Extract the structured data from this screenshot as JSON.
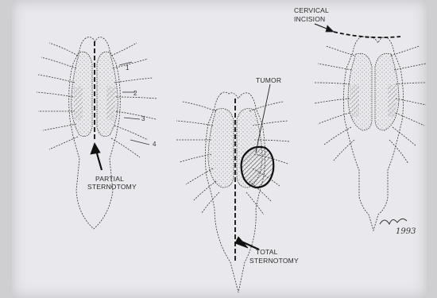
{
  "labels": {
    "partial": [
      "PARTIAL",
      "STERNOTOMY"
    ],
    "total": [
      "TOTAL",
      "STERNOTOMY"
    ],
    "tumor": "TUMOR",
    "cervical": [
      "CERVICAL",
      "INCISION"
    ],
    "year": "1993",
    "ribs": [
      "1",
      "2",
      "3",
      "4"
    ]
  },
  "colors": {
    "paper": "#e9e8ec",
    "ink": "#2a2a2a",
    "tumor": "#9a9a9e"
  }
}
